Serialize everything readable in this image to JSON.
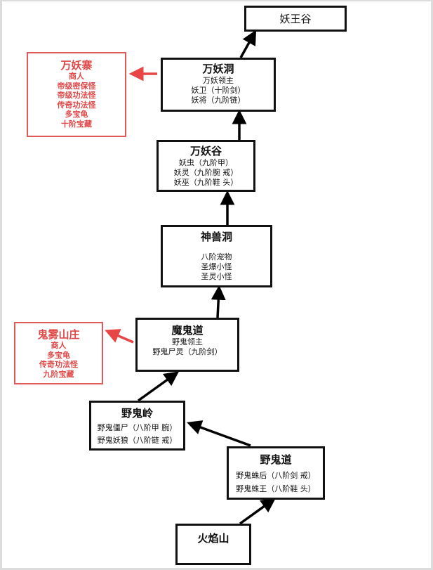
{
  "diagram": {
    "colors": {
      "node_border": "#111111",
      "side_border": "#e05a5a",
      "side_text": "#e04848",
      "arrow": "#000000",
      "side_arrow": "#e84545"
    },
    "nodes": {
      "yaowanggu": {
        "title": "妖王谷",
        "lines": []
      },
      "wanyaodong": {
        "title": "万妖洞",
        "lines": [
          "万妖领主",
          "妖卫（十阶剑）",
          "妖将（九阶链）"
        ]
      },
      "wanyaogu": {
        "title": "万妖谷",
        "lines": [
          "妖虫（九阶甲）",
          "妖灵（九阶腕 戒）",
          "妖巫（九阶鞋 头）"
        ]
      },
      "shenshoudong": {
        "title": "神兽洞",
        "lines": [
          "八阶宠物",
          "圣爆小怪",
          "圣灵小怪"
        ]
      },
      "moguidao": {
        "title": "魔鬼道",
        "lines": [
          "野鬼领主",
          "野鬼尸灵（九阶剑）"
        ]
      },
      "yeguiling": {
        "title": "野鬼岭",
        "lines": [
          "野鬼僵尸（八阶甲 腕）",
          "野鬼妖狼（八阶链 戒）"
        ]
      },
      "yeguidao": {
        "title": "野鬼道",
        "lines": [
          "野鬼蛛后（八阶剑 戒）",
          "野鬼蛛王（八阶鞋 头）"
        ]
      },
      "huoyanshan": {
        "title": "火焰山",
        "lines": []
      }
    },
    "side_nodes": {
      "wanyaozhai": {
        "title": "万妖寨",
        "lines": [
          "商人",
          "帝级密保怪",
          "帝级功法怪",
          "传奇功法怪",
          "多宝龟",
          "十阶宝藏"
        ]
      },
      "guiwushanzhuang": {
        "title": "鬼雾山庄",
        "lines": [
          "商人",
          "多宝龟",
          "传奇功法怪",
          "九阶宝藏"
        ]
      }
    },
    "edges": [
      {
        "from": "火焰山",
        "to": "野鬼道"
      },
      {
        "from": "野鬼道",
        "to": "野鬼岭"
      },
      {
        "from": "野鬼岭",
        "to": "魔鬼道"
      },
      {
        "from": "魔鬼道",
        "to": "神兽洞"
      },
      {
        "from": "魔鬼道",
        "to": "鬼雾山庄",
        "style": "side"
      },
      {
        "from": "神兽洞",
        "to": "万妖谷"
      },
      {
        "from": "万妖谷",
        "to": "万妖洞"
      },
      {
        "from": "万妖洞",
        "to": "妖王谷"
      },
      {
        "from": "万妖洞",
        "to": "万妖寨",
        "style": "side"
      }
    ]
  }
}
